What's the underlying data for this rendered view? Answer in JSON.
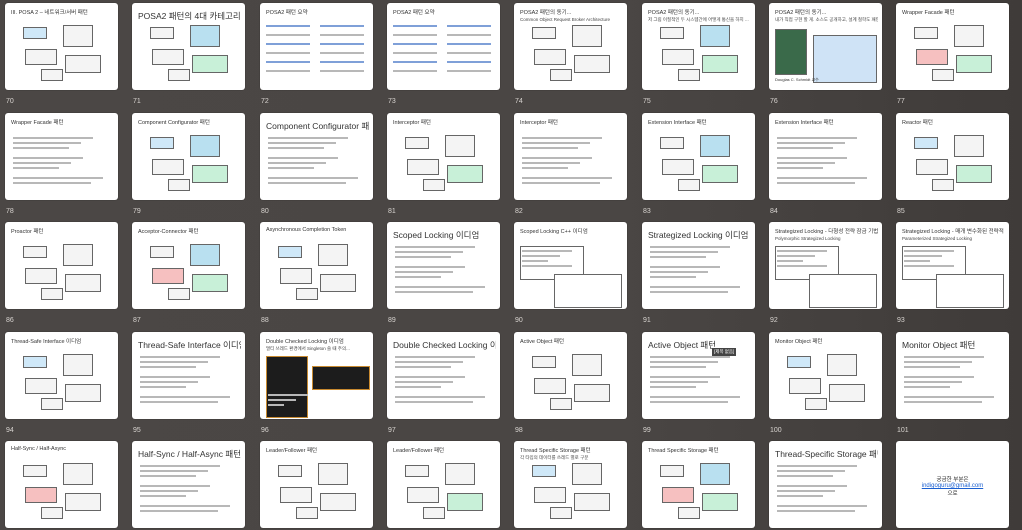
{
  "slides": [
    {
      "num": "70",
      "title": "III. POSA 2 – 네트워크/서버 패턴",
      "kind": "diagram"
    },
    {
      "num": "71",
      "title": "POSA2 패턴의 4대 카테고리",
      "kind": "diagram"
    },
    {
      "num": "72",
      "title": "POSA2 패턴 요약",
      "kind": "text2"
    },
    {
      "num": "73",
      "title": "POSA2 패턴 요약",
      "kind": "text2"
    },
    {
      "num": "74",
      "title": "POSA2 패턴의 동기...",
      "subtitle": "Common Object Request Broker Architecture",
      "kind": "diagram"
    },
    {
      "num": "75",
      "title": "POSA2 패턴의 동기...",
      "subtitle": "저 그림 이질적인 두 시스템간에 어떻게 통신을 하지 ...",
      "kind": "diagram"
    },
    {
      "num": "76",
      "title": "POSA2 패턴의 동기...",
      "subtitle": "내가 직접 구현 할 게. 소스도 공개하고, 설계 철학도 패턴으로 써 지 뭐.",
      "caption": "Douglas C. Schmidt 교수",
      "kind": "photo"
    },
    {
      "num": "77",
      "title": "Wrapper Facade 패턴",
      "kind": "diagram"
    },
    {
      "num": "78",
      "title": "Wrapper Facade 패턴",
      "kind": "bullets"
    },
    {
      "num": "79",
      "title": "Component Configurator 패턴",
      "kind": "diagram"
    },
    {
      "num": "80",
      "title": "Component Configurator 패턴",
      "kind": "bullets"
    },
    {
      "num": "81",
      "title": "Interceptor 패턴",
      "kind": "diagram"
    },
    {
      "num": "82",
      "title": "Interceptor 패턴",
      "kind": "bullets"
    },
    {
      "num": "83",
      "title": "Extension Interface 패턴",
      "kind": "diagram"
    },
    {
      "num": "84",
      "title": "Extension Interface 패턴",
      "kind": "bullets"
    },
    {
      "num": "85",
      "title": "Reactor 패턴",
      "kind": "diagram"
    },
    {
      "num": "86",
      "title": "Proactor 패턴",
      "kind": "diagram"
    },
    {
      "num": "87",
      "title": "Acceptor-Connector 패턴",
      "kind": "diagram"
    },
    {
      "num": "88",
      "title": "Asynchronous Completion Token",
      "kind": "diagram"
    },
    {
      "num": "89",
      "title": "Scoped Locking 이디엄",
      "kind": "bullets"
    },
    {
      "num": "90",
      "title": "Scoped Locking C++ 이디엄",
      "kind": "codebox"
    },
    {
      "num": "91",
      "title": "Strategized Locking 이디엄",
      "kind": "bullets"
    },
    {
      "num": "92",
      "title": "Strategized Locking - 다형성 전략 잠금 기법",
      "subtitle": "Polymorphic Strategized Locking",
      "kind": "codebox"
    },
    {
      "num": "93",
      "title": "Strategized Locking - 매개 변수화된 전략적 잠금",
      "subtitle": "Parameterized Strategized Locking",
      "kind": "codebox"
    },
    {
      "num": "94",
      "title": "Thread-Safe Interface 이디엄",
      "kind": "diagram"
    },
    {
      "num": "95",
      "title": "Thread-Safe Interface 이디엄",
      "kind": "bullets"
    },
    {
      "num": "96",
      "title": "Double Checked Locking 이디엄",
      "subtitle": "멀티 쓰레드 환경에서 Singleton 쓸 때 주의...",
      "kind": "darkcode"
    },
    {
      "num": "97",
      "title": "Double Checked Locking 이디엄",
      "kind": "bullets"
    },
    {
      "num": "98",
      "title": "Active Object 패턴",
      "kind": "diagram"
    },
    {
      "num": "99",
      "title": "Active Object 패턴",
      "badge": "[제목 없음]",
      "kind": "bullets"
    },
    {
      "num": "100",
      "title": "Monitor Object 패턴",
      "kind": "diagram"
    },
    {
      "num": "101",
      "title": "Monitor Object 패턴",
      "kind": "bullets"
    },
    {
      "num": "",
      "title": "Half-Sync / Half-Async",
      "kind": "diagram"
    },
    {
      "num": "",
      "title": "Half-Sync / Half-Async 패턴",
      "kind": "bullets"
    },
    {
      "num": "",
      "title": "Leader/Follower 패턴",
      "kind": "diagram"
    },
    {
      "num": "",
      "title": "Leader/Follower 패턴",
      "kind": "diagram"
    },
    {
      "num": "",
      "title": "Thread Specific Storage 패턴",
      "subtitle": "각 타입의 데이터를 쓰레드 별로 구분",
      "kind": "diagram"
    },
    {
      "num": "",
      "title": "Thread Specific Storage 패턴",
      "kind": "diagram"
    },
    {
      "num": "",
      "title": "Thread-Specific Storage 패턴",
      "kind": "bullets"
    },
    {
      "num": "",
      "final_text": "궁금한 부분은",
      "final_email": "indigoguru@gmail.com",
      "final_suffix": "으로",
      "kind": "final"
    }
  ]
}
